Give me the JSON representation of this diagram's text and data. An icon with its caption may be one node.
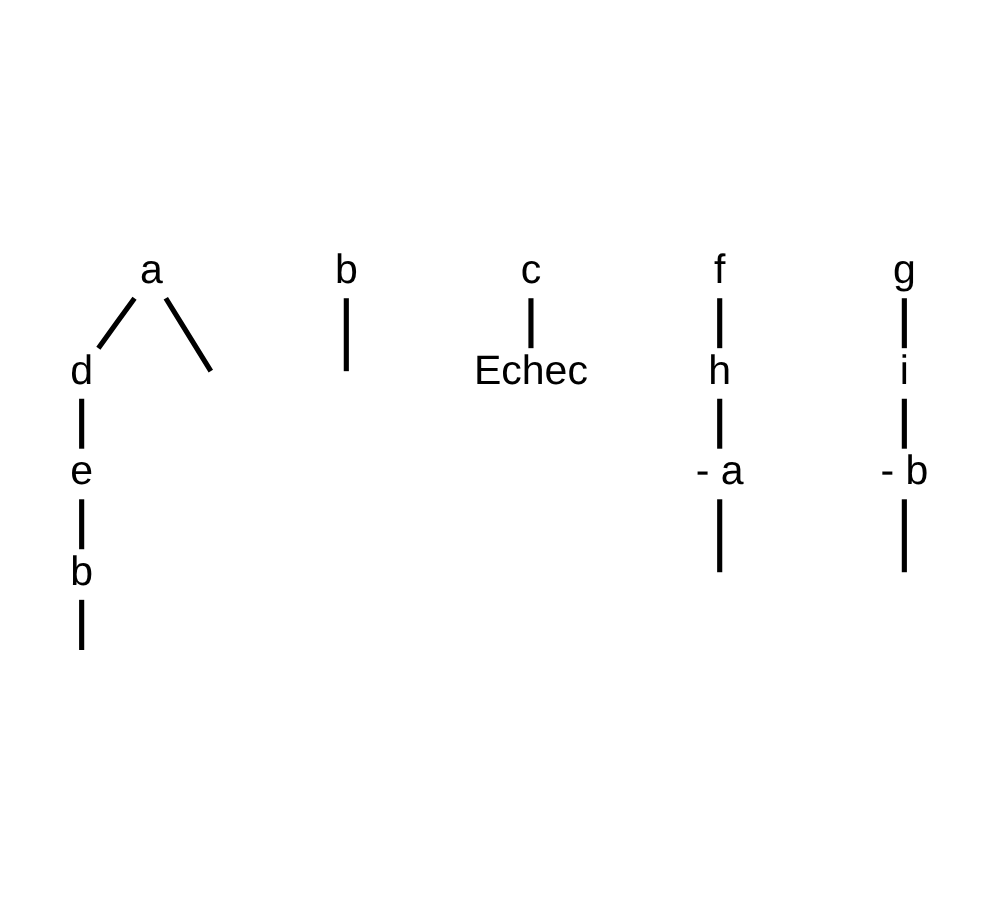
{
  "diagram": {
    "nodes": [
      {
        "text": [
          "a"
        ]
      },
      {
        "text": [
          "b"
        ]
      },
      {
        "text": [
          "c"
        ]
      },
      {
        "text": [
          "d"
        ]
      },
      {
        "text": [
          "f"
        ]
      },
      {
        "text": [
          "g"
        ]
      },
      {
        "text": [
          "Echec"
        ]
      },
      {
        "text": [
          "e"
        ]
      },
      {
        "text": [
          "h"
        ]
      },
      {
        "text": [
          "i"
        ]
      },
      {
        "text": [
          "b"
        ]
      },
      {
        "text": [
          "- a"
        ]
      },
      {
        "text": [
          "- b"
        ]
      }
    ],
    "edges": [
      {
        "from": 0,
        "to": null,
        "arrow": "none"
      },
      {
        "from": 0,
        "to": 3,
        "arrow": "none"
      },
      {
        "from": 1,
        "to": null,
        "arrow": "none"
      },
      {
        "from": 2,
        "to": 6,
        "arrow": "none"
      },
      {
        "from": 3,
        "to": 7,
        "arrow": "none"
      },
      {
        "from": 7,
        "to": 10,
        "arrow": "none"
      },
      {
        "from": 10,
        "to": null,
        "arrow": "none"
      },
      {
        "from": 4,
        "to": 8,
        "arrow": "none"
      },
      {
        "from": 8,
        "to": 11,
        "arrow": "none"
      },
      {
        "from": 11,
        "to": null,
        "arrow": "none"
      },
      {
        "from": 5,
        "to": 9,
        "arrow": "none"
      },
      {
        "from": 9,
        "to": 12,
        "arrow": "none"
      },
      {
        "from": 12,
        "to": null,
        "arrow": "none"
      }
    ]
  }
}
